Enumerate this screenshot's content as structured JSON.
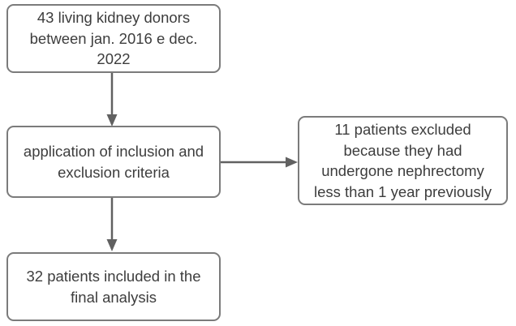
{
  "flowchart": {
    "boxes": [
      {
        "id": "donors",
        "text": "43 living kidney donors between jan. 2016 e dec. 2022",
        "lines": [
          "43 living kidney donors",
          "between jan. 2016 e dec.",
          "2022"
        ]
      },
      {
        "id": "criteria",
        "text": "application of inclusion and exclusion criteria",
        "lines": [
          "application of inclusion and",
          "exclusion criteria"
        ]
      },
      {
        "id": "excluded",
        "text": "11 patients excluded because they had undergone nephrectomy less than 1 year previously",
        "lines": [
          "11 patients excluded",
          "because they had",
          "undergone nephrectomy",
          "less than 1 year previously"
        ]
      },
      {
        "id": "included",
        "text": "32 patients included in the final analysis",
        "lines": [
          "32 patients included in the",
          "final analysis"
        ]
      }
    ],
    "colors": {
      "background": "#ffffff",
      "box_border": "#7b7b7b",
      "text": "#3d3d3d",
      "arrow": "#616161"
    }
  }
}
